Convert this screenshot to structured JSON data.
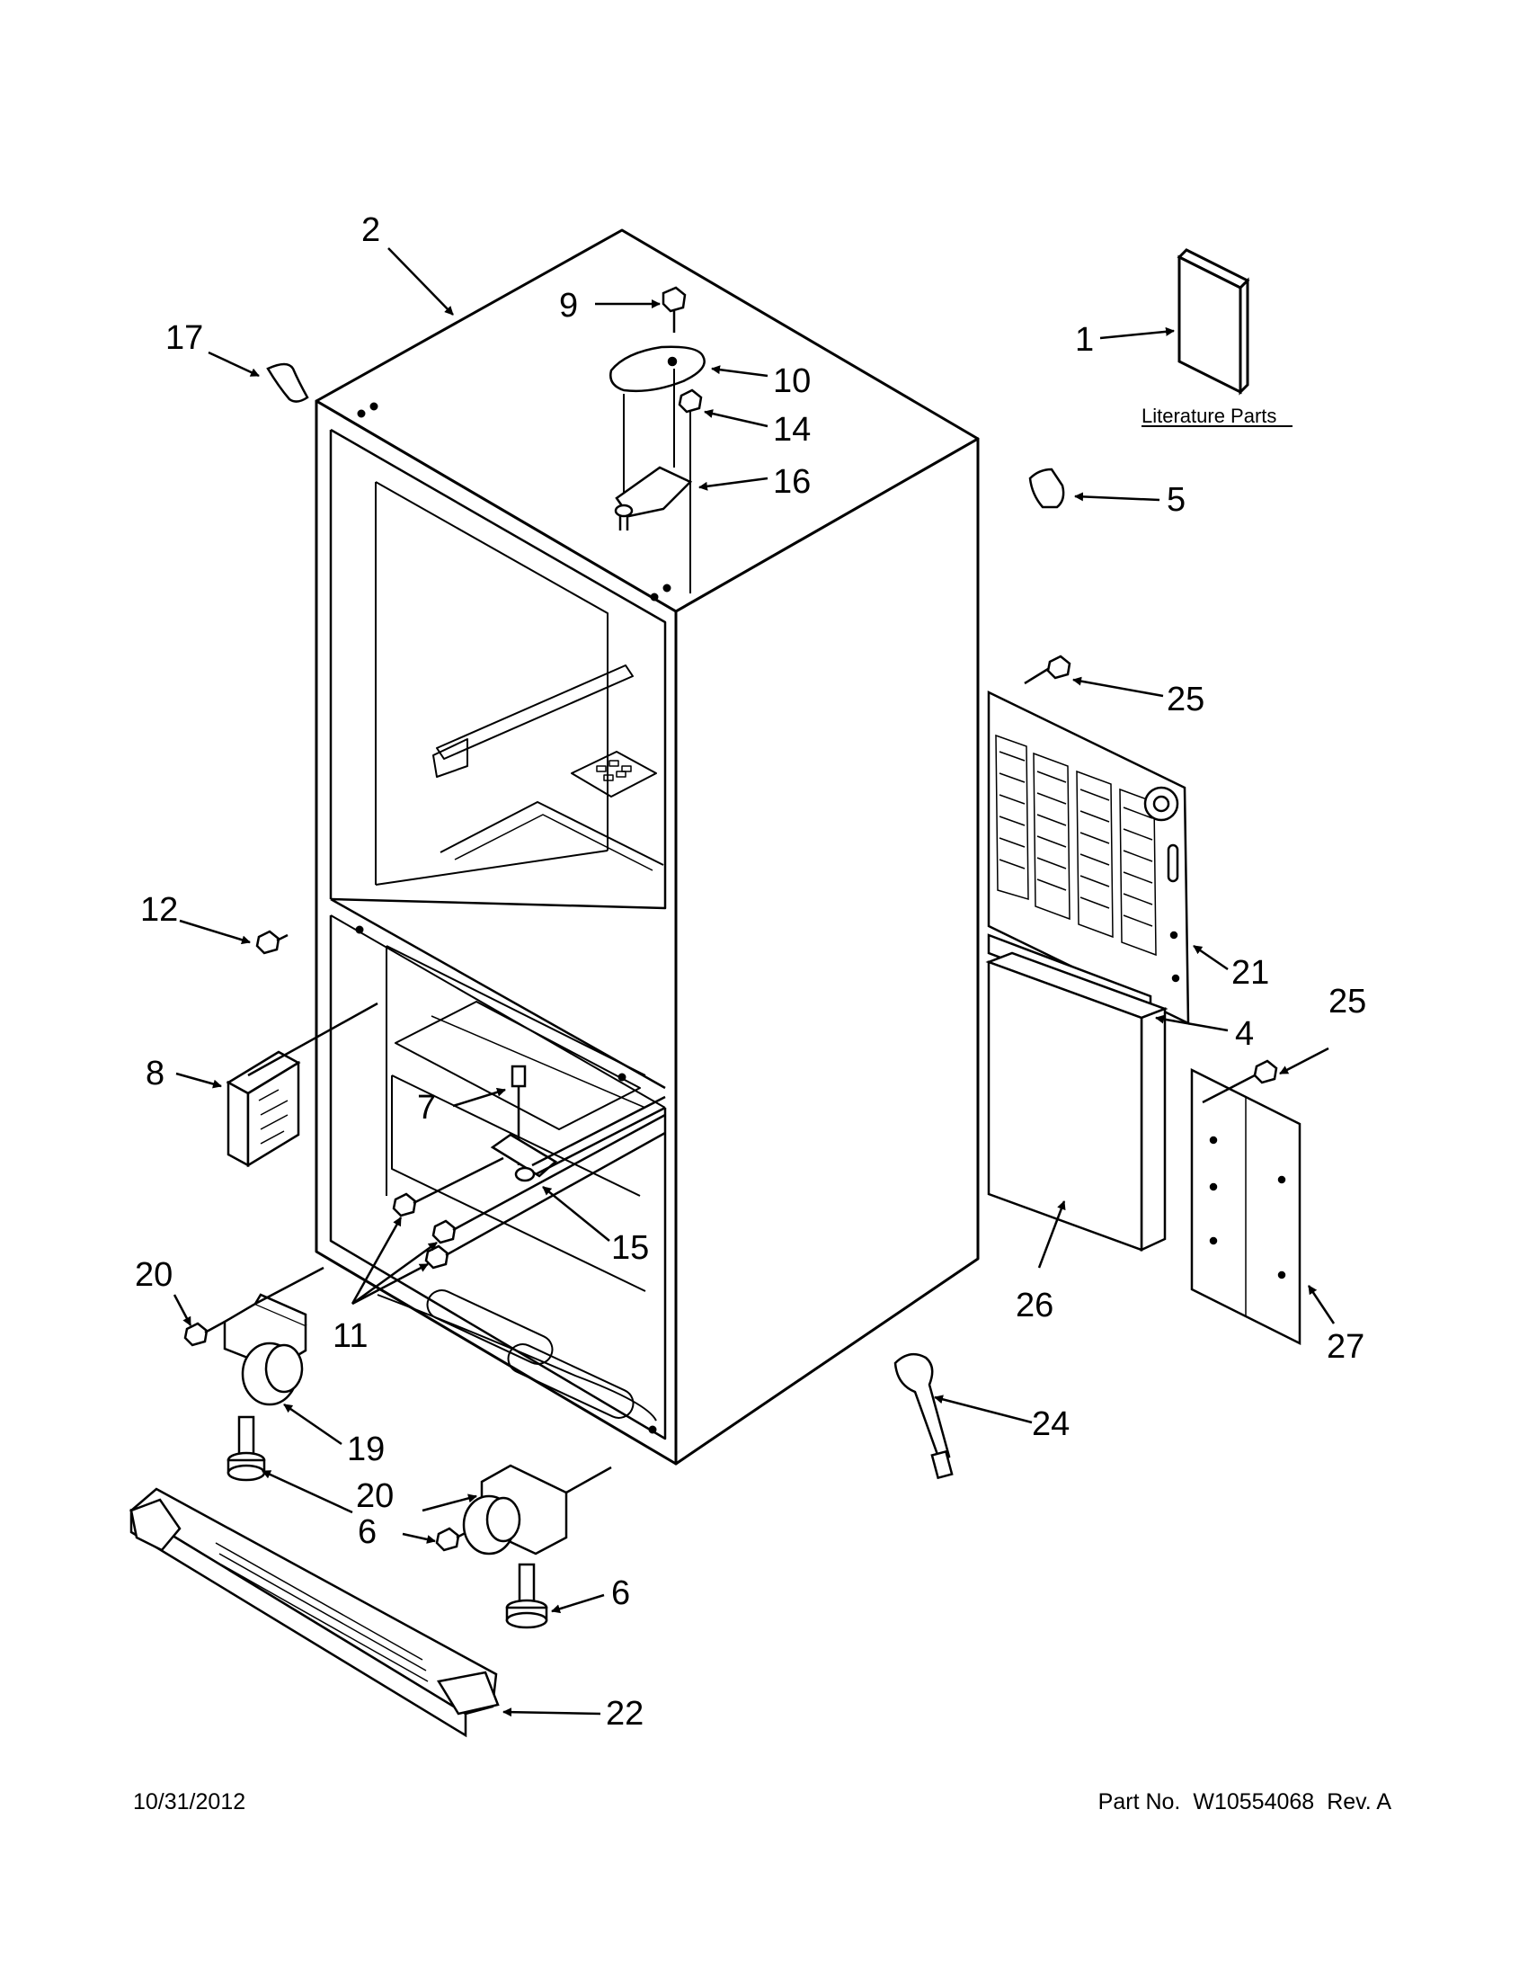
{
  "literature_label": "Literature Parts",
  "footer": {
    "date": "10/31/2012",
    "part_label": "Part No.",
    "part_number": "W10554068",
    "revision": "Rev.  A"
  },
  "callouts": {
    "c1": "1",
    "c2": "2",
    "c4": "4",
    "c5": "5",
    "c6a": "6",
    "c6b": "6",
    "c7": "7",
    "c8": "8",
    "c9": "9",
    "c10": "10",
    "c11": "11",
    "c12": "12",
    "c14": "14",
    "c15": "15",
    "c16": "16",
    "c17": "17",
    "c19": "19",
    "c20a": "20",
    "c20b": "20",
    "c21": "21",
    "c22": "22",
    "c24": "24",
    "c25a": "25",
    "c25b": "25",
    "c26": "26",
    "c27": "27"
  }
}
